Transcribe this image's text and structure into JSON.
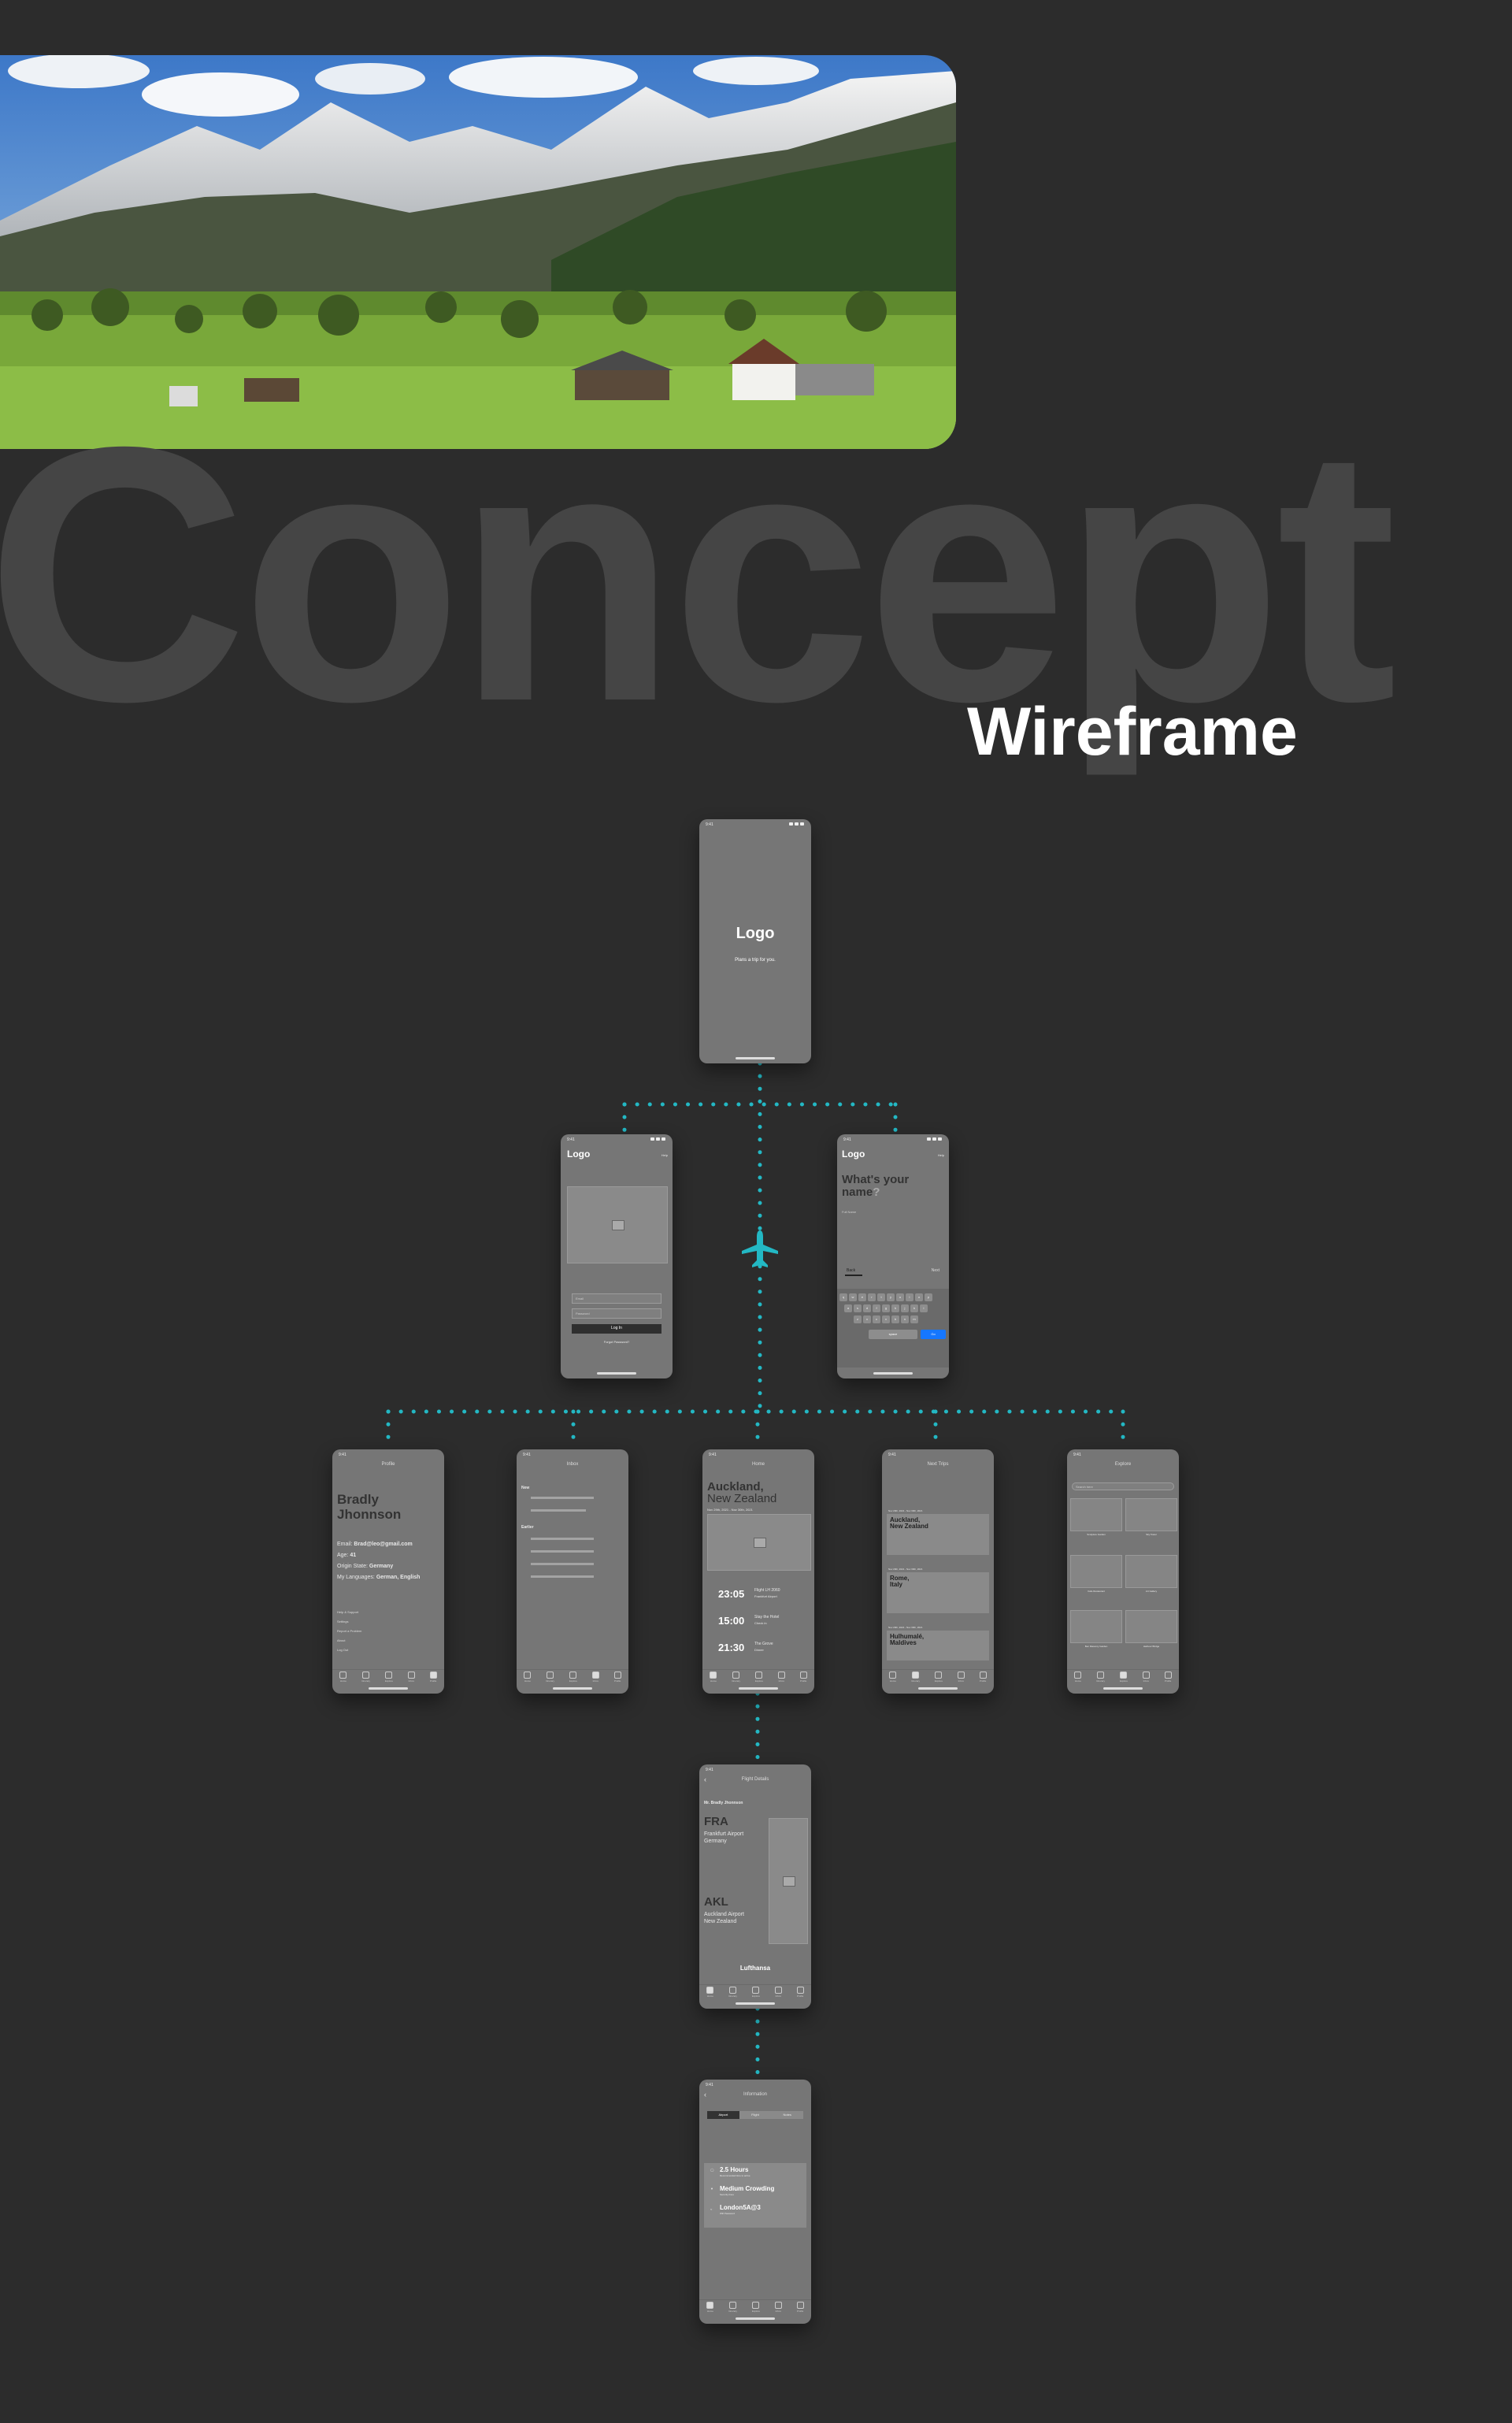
{
  "title": "Concept",
  "subtitle": "Wireframe",
  "colors": {
    "background": "#2c2c2c",
    "connector": "#23b8c4",
    "phone": "#767676",
    "accent_button": "#1677ff"
  },
  "icons": {
    "connector_node": "airplane-icon"
  },
  "status_time": "9:41",
  "splash": {
    "logo": "Logo",
    "tagline": "Plans a trip for you."
  },
  "login": {
    "logo": "Logo",
    "help": "Help",
    "email_placeholder": "Email",
    "password_placeholder": "Password",
    "login_button": "Log In",
    "forgot": "Forgot Password?"
  },
  "name_entry": {
    "logo": "Logo",
    "help": "Help",
    "question_line1": "What's your",
    "question_line2": "name",
    "question_mark": "?",
    "input_hint": "Full Name",
    "back": "Back",
    "next": "Next",
    "space_key": "space",
    "go_key": "Go",
    "keyboard_rows": [
      [
        "q",
        "w",
        "e",
        "r",
        "t",
        "y",
        "u",
        "i",
        "o",
        "p"
      ],
      [
        "a",
        "s",
        "d",
        "f",
        "g",
        "h",
        "j",
        "k",
        "l"
      ],
      [
        "z",
        "x",
        "c",
        "v",
        "b",
        "n",
        "m"
      ]
    ]
  },
  "tabs": [
    "Home",
    "Itinerary",
    "Explore",
    "Inbox",
    "Profile"
  ],
  "profile": {
    "header": "Profile",
    "first_name": "Bradly",
    "last_name": "Jhonnson",
    "email_label": "Email:",
    "email": "Brad@leo@gmail.com",
    "age_label": "Age:",
    "age": "41",
    "origin_label": "Origin State:",
    "origin": "Germany",
    "lang_label": "My Languages:",
    "languages": "German, English",
    "menu": [
      "Help & Support",
      "Settings",
      "Report a Problem",
      "About",
      "Log Out"
    ]
  },
  "inbox": {
    "header": "Inbox",
    "section_new": "New",
    "section_earlier": "Earlier"
  },
  "home": {
    "header": "Home",
    "city_line1": "Auckland,",
    "city_line2": "New Zealand",
    "dates": "Nov 29th, 2021 - Nov 30th, 2021",
    "times": [
      {
        "time": "23:05",
        "title": "Flight LH 2060",
        "sub": "Frankfurt Airport"
      },
      {
        "time": "15:00",
        "title": "Stay the Hotel",
        "sub": "Check in"
      },
      {
        "time": "21:30",
        "title": "The Grove",
        "sub": "Dinner"
      }
    ]
  },
  "next_trips": {
    "header": "Next Trips",
    "trips": [
      {
        "dates": "Nov 29th, 2021 - Nov 30th, 2021",
        "line1": "Auckland,",
        "line2": "New Zealand"
      },
      {
        "dates": "Nov 29th, 2021 - Nov 30th, 2021",
        "line1": "Rome,",
        "line2": "Italy"
      },
      {
        "dates": "Nov 29th, 2021 - Nov 30th, 2021",
        "line1": "Hulhumalé,",
        "line2": "Maldives"
      }
    ]
  },
  "explore": {
    "header": "Explore",
    "search_placeholder": "Search here",
    "places": [
      "Sculpture Garden",
      "Sky Tower",
      "Cafe Restaurant",
      "Art Gallery",
      "Ben Masonry Garden",
      "Harbour Bridge"
    ]
  },
  "flight": {
    "header": "Flight Details",
    "passenger": "Mr. Bradly Jhonnson",
    "from_code": "FRA",
    "from_name": "Frankfurt Airport",
    "from_country": "Germany",
    "to_code": "AKL",
    "to_name": "Auckland Airport",
    "to_country": "New Zealand",
    "airline": "Lufthansa"
  },
  "info": {
    "header": "Information",
    "segments": [
      "Airport",
      "Flight",
      "Notes"
    ],
    "rows": [
      {
        "title": "2.5 Hours",
        "sub": "Recommended time to arrive"
      },
      {
        "title": "Medium Crowding",
        "sub": "Security lines"
      },
      {
        "title": "London5A@3",
        "sub": "Wifi Password"
      }
    ]
  }
}
